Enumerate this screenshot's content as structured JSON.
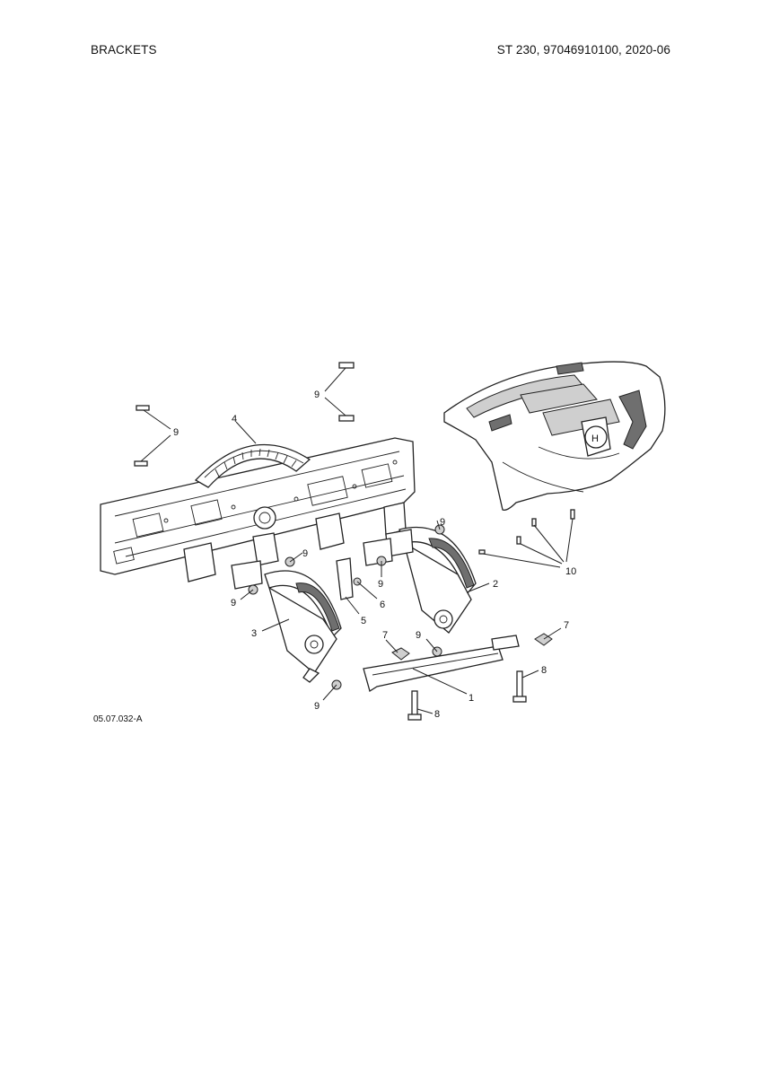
{
  "header": {
    "title": "BRACKETS",
    "model_info": "ST 230, 97046910100, 2020-06"
  },
  "figure": {
    "code": "05.07.032-A",
    "callouts": [
      "1",
      "2",
      "3",
      "4",
      "5",
      "6",
      "7",
      "7",
      "8",
      "8",
      "9",
      "9",
      "9",
      "9",
      "9",
      "9",
      "9",
      "9",
      "10"
    ],
    "logo_text": "H"
  }
}
